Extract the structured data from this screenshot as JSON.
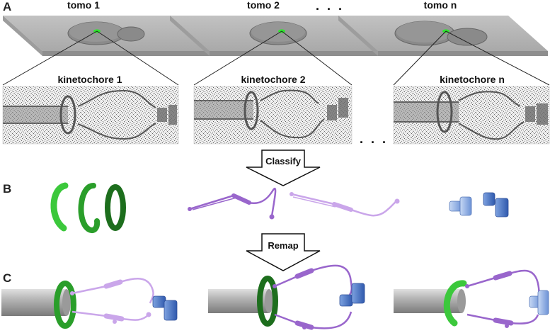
{
  "panels": {
    "a": "A",
    "b": "B",
    "c": "C"
  },
  "tomos": [
    "tomo 1",
    "tomo 2",
    "tomo n"
  ],
  "kinetochores": [
    "kinetochore 1",
    "kinetochore 2",
    "kinetochore n"
  ],
  "ellipsis": ". . .",
  "steps": {
    "classify": "Classify",
    "remap": "Remap"
  },
  "colors": {
    "slide": "#b4b4b4",
    "slide_edge": "#8e8e8e",
    "marker": "#2ee62e",
    "ring_light": "#3cc83c",
    "ring_mid": "#2a9e2a",
    "ring_dark": "#1d6e1d",
    "fibril_dark": "#9966cc",
    "fibril_light": "#caa6ea",
    "complex_light": "#8fb3e8",
    "complex_dark": "#4a78cc",
    "microtubule": "#9a9a9a"
  },
  "icons": [
    "microscope-slide-icon",
    "noise-tomogram-icon",
    "ring-icon",
    "fibril-icon",
    "blue-complex-icon",
    "microtubule-icon",
    "down-arrow-icon"
  ]
}
